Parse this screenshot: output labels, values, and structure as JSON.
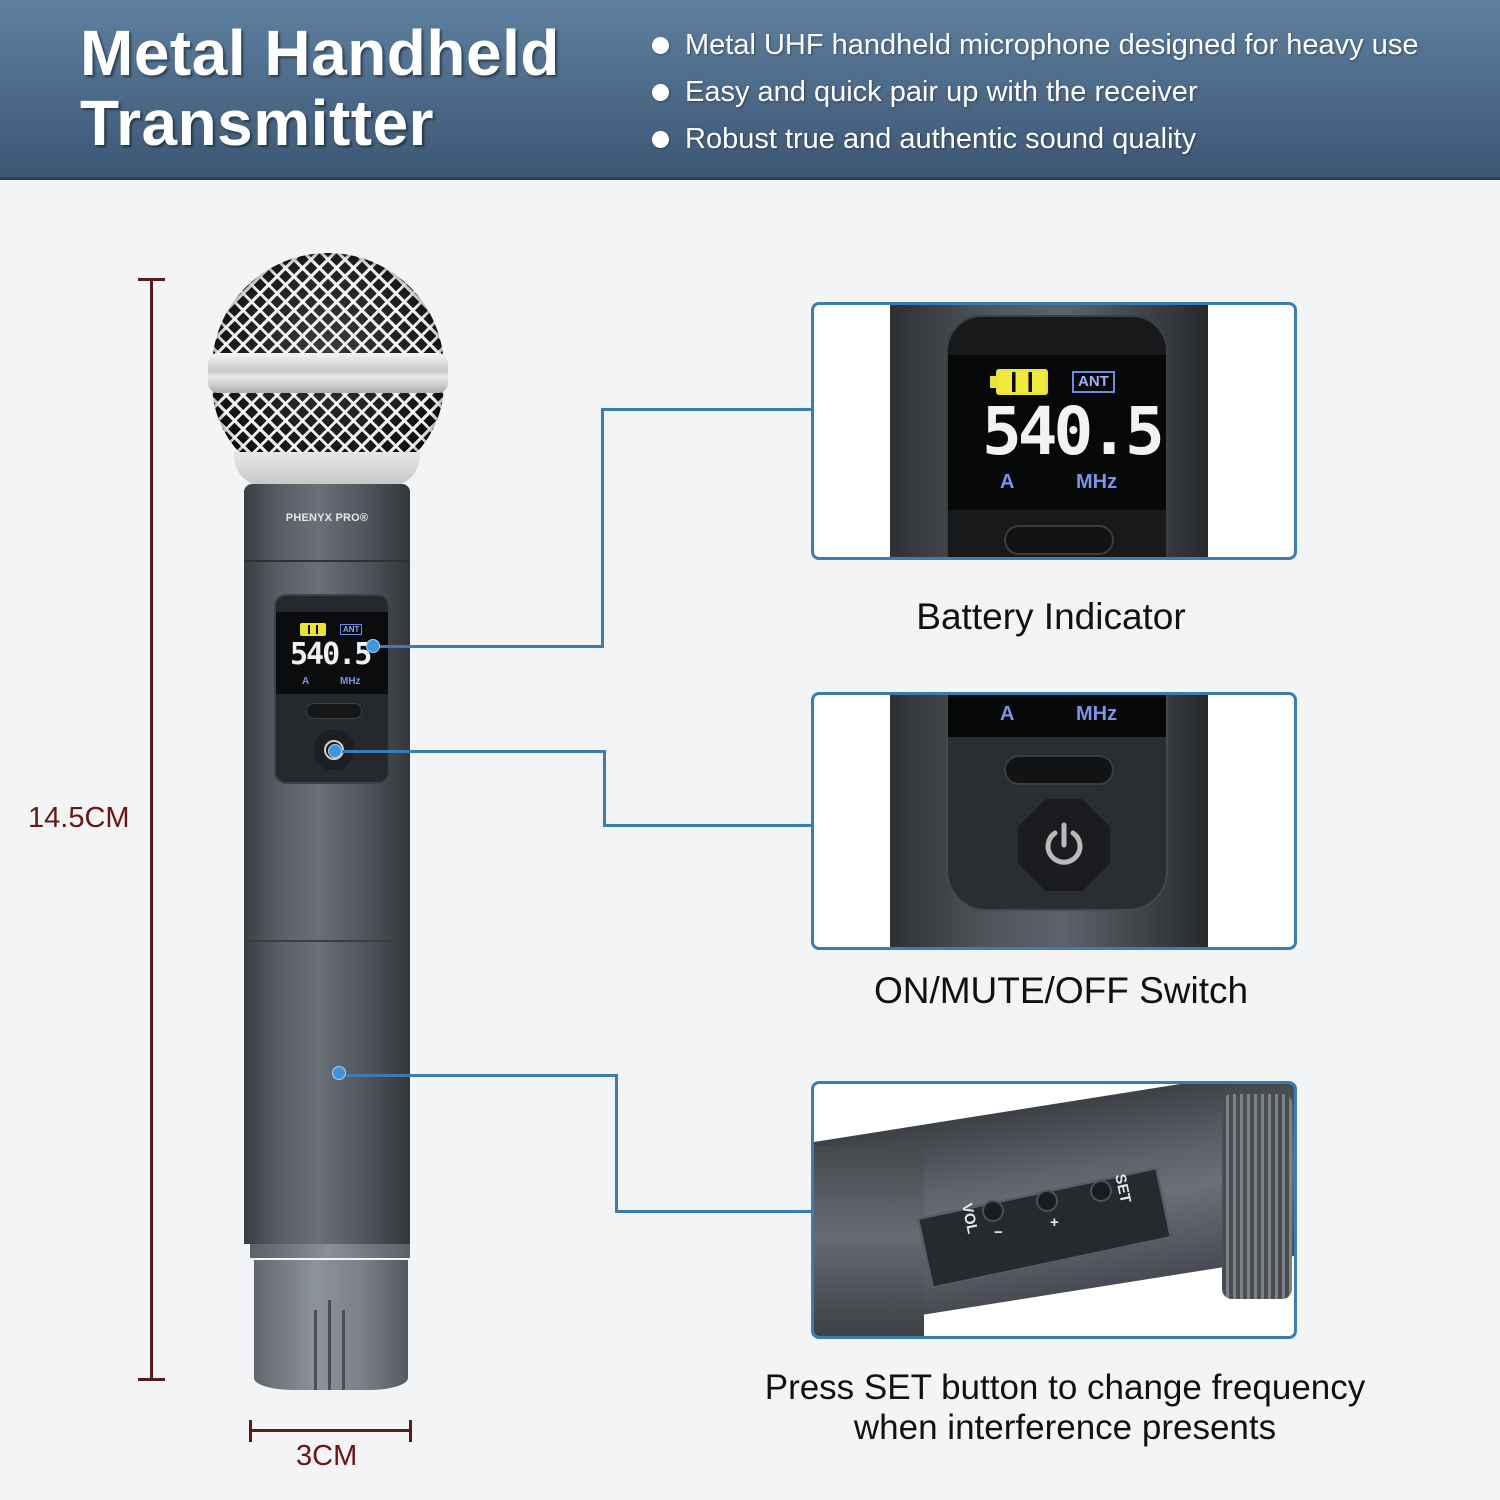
{
  "header": {
    "title_line1": "Metal Handheld",
    "title_line2": "Transmitter",
    "features": [
      "Metal UHF handheld microphone designed for heavy use",
      "Easy and quick pair up with the receiver",
      "Robust true and authentic sound quality"
    ]
  },
  "dimensions": {
    "height_label": "14.5CM",
    "width_label": "3CM",
    "color": "#6b1414"
  },
  "microphone": {
    "brand": "PHENYX PRO®",
    "display": {
      "frequency": "540.5",
      "channel": "A",
      "unit": "MHz",
      "antenna_badge": "ANT",
      "battery_bars": 3
    }
  },
  "callouts": [
    {
      "caption": "Battery Indicator",
      "display": {
        "frequency": "540.5",
        "channel": "A",
        "unit": "MHz",
        "antenna_badge": "ANT"
      }
    },
    {
      "caption": "ON/MUTE/OFF Switch",
      "display": {
        "channel": "A",
        "unit": "MHz"
      }
    },
    {
      "caption_line1": "Press SET button to change frequency",
      "caption_line2": "when interference presents",
      "buttons": {
        "vol_label": "VOL",
        "minus": "−",
        "plus": "+",
        "set_label": "SET"
      }
    }
  ],
  "colors": {
    "banner": "#4b6987",
    "accent_line": "#3b7cb5",
    "dot": "#3f94dc",
    "battery": "#e8e23a",
    "lcd_blue": "#7b94e8"
  }
}
